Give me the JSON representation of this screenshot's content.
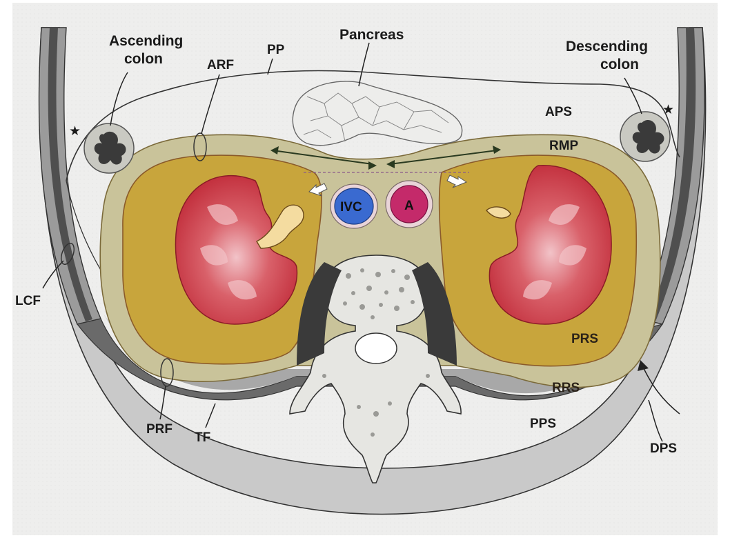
{
  "diagram": {
    "labels": {
      "ascending_colon_line1": "Ascending",
      "ascending_colon_line2": "colon",
      "pancreas": "Pancreas",
      "descending_colon_line1": "Descending",
      "descending_colon_line2": "colon",
      "pp": "PP",
      "arf": "ARF",
      "aps": "APS",
      "rmp": "RMP",
      "ivc": "IVC",
      "aorta": "A",
      "lcf": "LCF",
      "prs": "PRS",
      "rrs": "RRS",
      "prf": "PRF",
      "tf": "TF",
      "pps": "PPS",
      "dps": "DPS",
      "star_left": "★",
      "star_right": "★"
    },
    "colors": {
      "page_background": "#eeeeed",
      "perirenal_fat": "#c8a53c",
      "fascia_layer": "#c9c39a",
      "kidney": "#c8323f",
      "kidney_highlight": "#f0b8c0",
      "ivc": "#3a6ad0",
      "aorta": "#c42a6a",
      "muscle_dark": "#555555",
      "muscle_light": "#bdbdbd",
      "vertebra": "#e6e6e2",
      "pancreas": "#ededeb"
    }
  }
}
